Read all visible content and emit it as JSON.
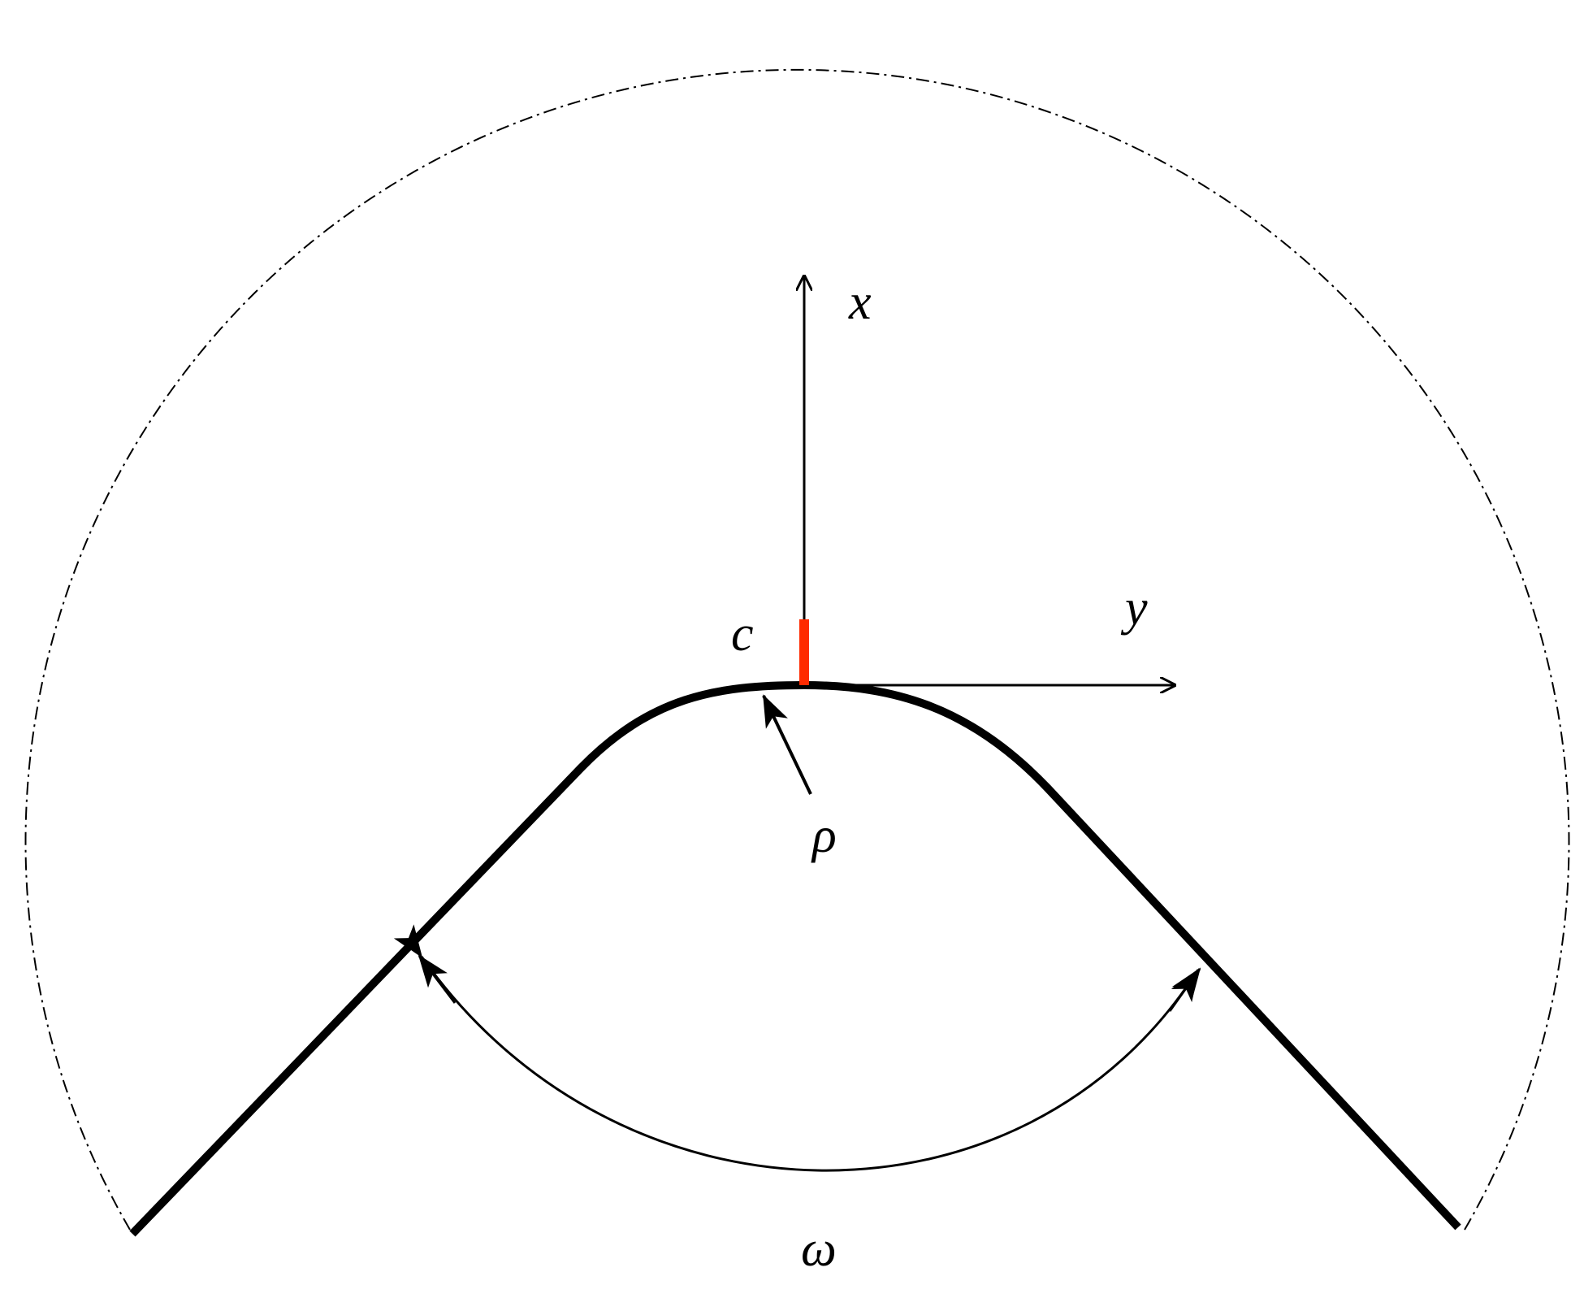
{
  "labels": {
    "x_axis": "x",
    "y_axis": "y",
    "crack_length": "c",
    "tip_radius": "ρ",
    "notch_angle": "ω"
  },
  "colors": {
    "ink": "#000000",
    "crack": "#ff2a00",
    "background": "#ffffff"
  }
}
